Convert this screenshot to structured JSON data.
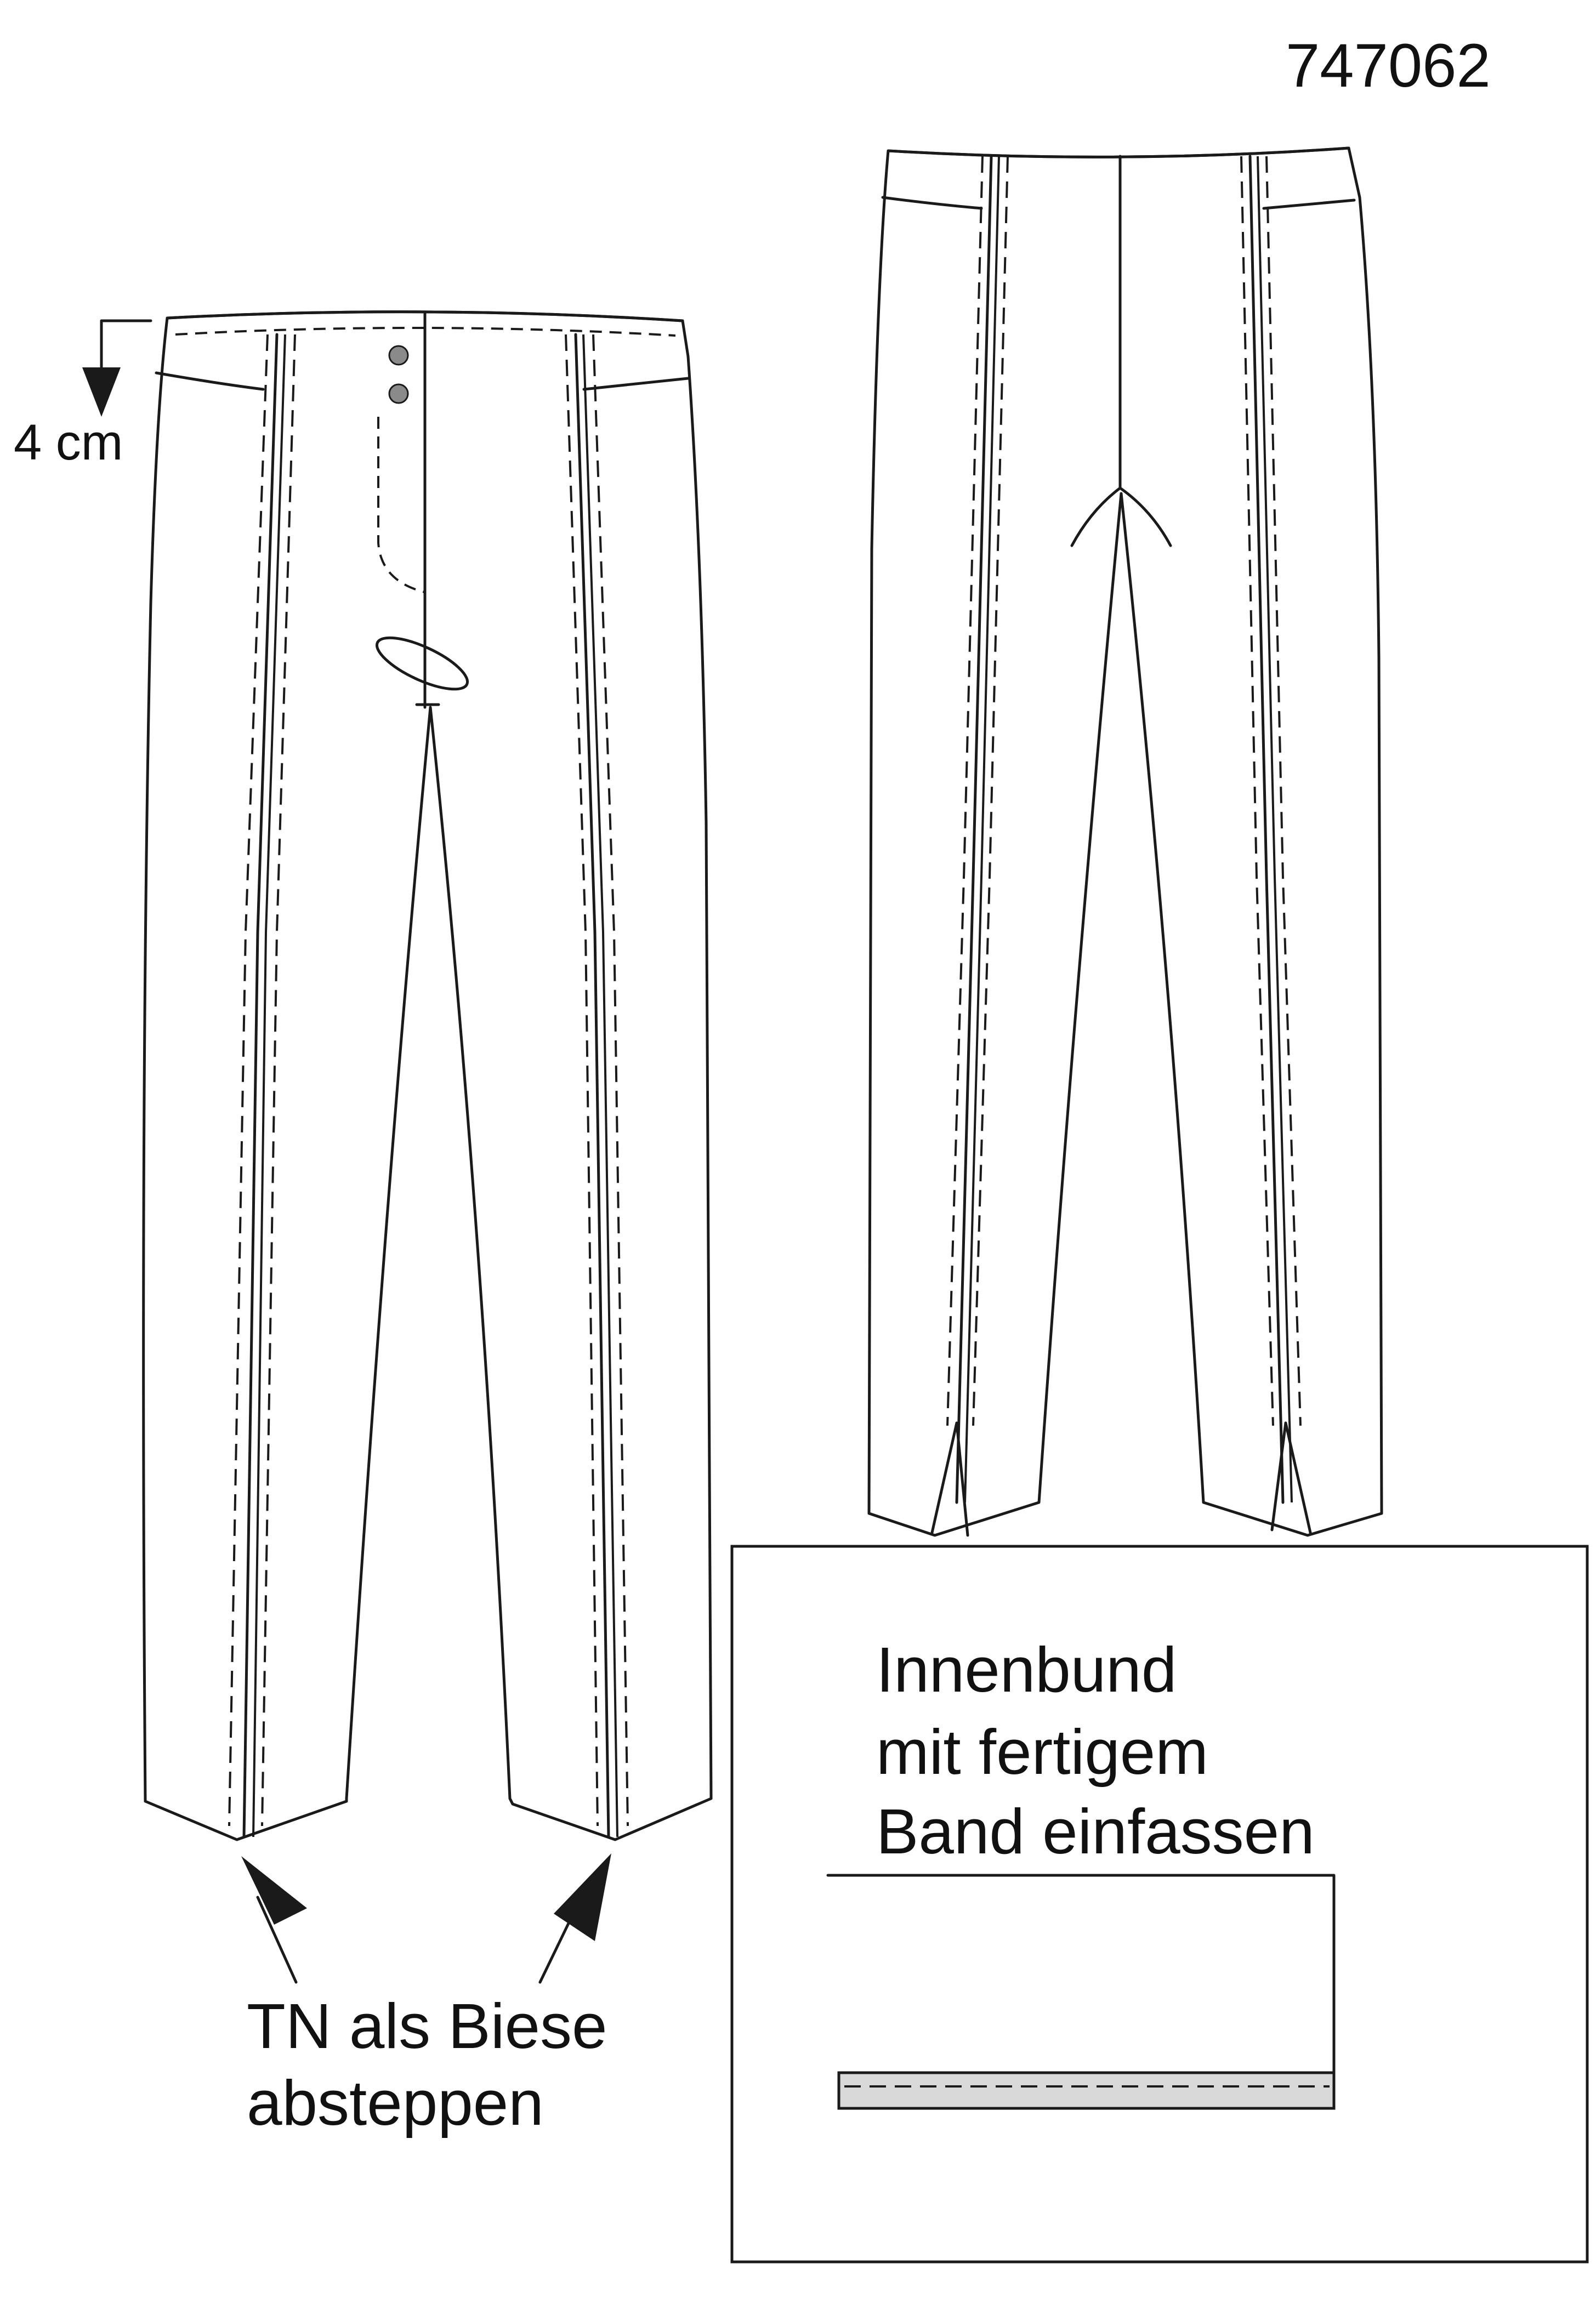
{
  "article_number": "747062",
  "measurement_label": "4 cm",
  "detail_note": {
    "line1": "Innenbund",
    "line2": "mit fertigem",
    "line3": "Band einfassen"
  },
  "seam_note": {
    "line1": "TN als Biese",
    "line2": "absteppen"
  },
  "colors": {
    "line": "#1a1a1a",
    "button": "#8a8a8a",
    "binding": "#d9d9d9"
  }
}
